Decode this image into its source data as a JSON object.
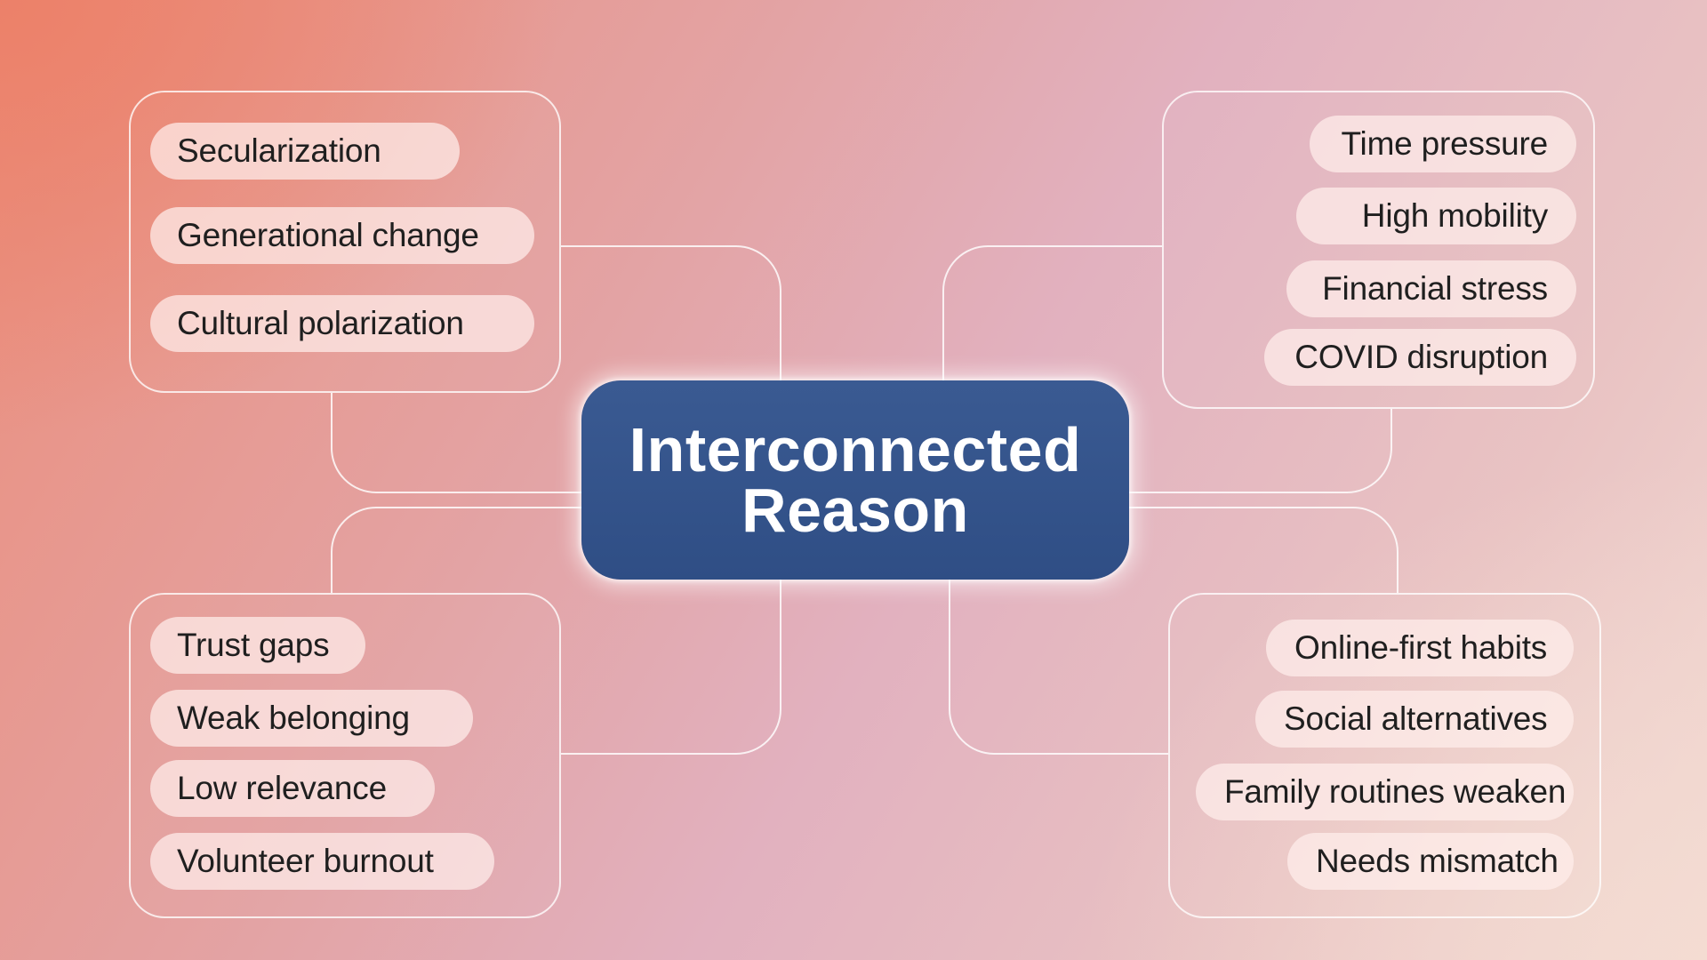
{
  "center": {
    "title": "Interconnected\nReason"
  },
  "groups": {
    "top_left": {
      "items": [
        "Secularization",
        "Generational change",
        "Cultural polarization"
      ]
    },
    "top_right": {
      "items": [
        "Time pressure",
        "High mobility",
        "Financial stress",
        "COVID disruption"
      ]
    },
    "bottom_left": {
      "items": [
        "Trust gaps",
        "Weak belonging",
        "Low relevance",
        "Volunteer burnout"
      ]
    },
    "bottom_right": {
      "items": [
        "Online-first habits",
        "Social alternatives",
        "Family routines weaken",
        "Needs mismatch"
      ]
    }
  },
  "colors": {
    "center_fill": "#33518a",
    "line": "#ffffff"
  }
}
